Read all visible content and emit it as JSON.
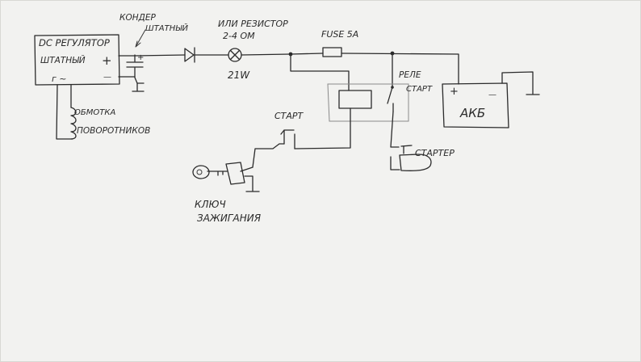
{
  "regulator": {
    "line1": "DC РЕГУЛЯТОР",
    "line2": "ШТАТНЫЙ",
    "plus": "+",
    "minus": "—",
    "terminals": "г ~"
  },
  "capacitor": {
    "line1": "КОНДЕР",
    "line2": "ШТАТНЫЙ",
    "plus": "+"
  },
  "resistor": {
    "line1": "ИЛИ РЕЗИСТОР",
    "line2": "2-4 ОМ",
    "power": "21W"
  },
  "fuse": {
    "label": "FUSE 5A"
  },
  "relay": {
    "line1": "РЕЛЕ",
    "line2": "СТАРТ"
  },
  "battery": {
    "label": "АКБ",
    "plus": "+",
    "minus": "—"
  },
  "coil": {
    "line1": "ОБМОТКА",
    "line2": "ПОВОРОТНИКОВ"
  },
  "start_button": {
    "label": "СТАРТ"
  },
  "starter": {
    "label": "СТАРТЕР"
  },
  "ignition_key": {
    "line1": "КЛЮЧ",
    "line2": "ЗАЖИГАНИЯ"
  },
  "colors": {
    "ink": "#2b2b2b",
    "paper": "#f2f2f0"
  }
}
